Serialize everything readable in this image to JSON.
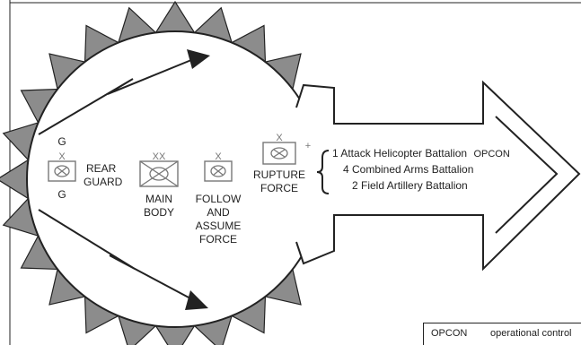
{
  "diagram": {
    "rear_guard": {
      "label_line1": "REAR",
      "label_line2": "GUARD",
      "echelon_top": "G",
      "echelon_bottom": "G",
      "symbol_marker": "X"
    },
    "main_body": {
      "label_line1": "MAIN",
      "label_line2": "BODY",
      "symbol_marker": "XX"
    },
    "follow_force": {
      "label_line1": "FOLLOW",
      "label_line2": "AND",
      "label_line3": "ASSUME",
      "label_line4": "FORCE",
      "symbol_marker": "X"
    },
    "rupture_force": {
      "label_line1": "RUPTURE",
      "label_line2": "FORCE",
      "symbol_marker": "X",
      "plus_marker": "+"
    },
    "task_org": {
      "line1": "1 Attack Helicopter Battalion",
      "line1_suffix": "OPCON",
      "line2": "4 Combined Arms Battalion",
      "line3": "2 Field Artillery Battalion"
    }
  },
  "legend": {
    "abbreviation": "OPCON",
    "definition": "operational control"
  },
  "colors": {
    "outline": "#222222",
    "teeth_fill": "#8c8c8c",
    "symbol_stroke": "#777777"
  }
}
